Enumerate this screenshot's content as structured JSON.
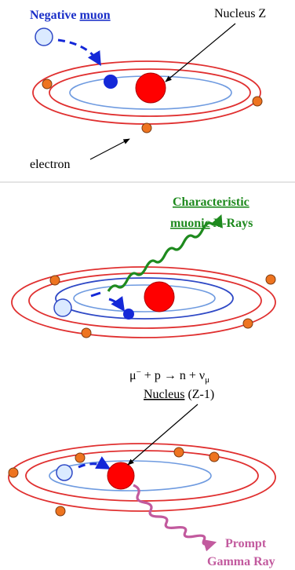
{
  "panel1": {
    "muon_label": "Negative",
    "muon_label_word2": "muon",
    "nucleus_label": "Nucleus Z",
    "electron_label": "electron"
  },
  "panel2": {
    "xray_line1": "Characteristic",
    "xray_line2_word1": "muonic",
    "xray_line2_word2": "X-Rays"
  },
  "panel3": {
    "reaction_mu": "μ",
    "reaction_minus": "−",
    "reaction_mid": " + p → n + ν",
    "reaction_sub": "μ",
    "nucleus_word": "Nucleus",
    "nucleus_charge": "(Z-1)",
    "gamma_line1": "Prompt",
    "gamma_line2": "Gamma Ray"
  },
  "colors": {
    "orbit_outer": "#e03030",
    "orbit_inner": "#2f49c6",
    "orbit_light": "#6f9be0",
    "nucleus": "#ff0000",
    "electron": "#ee7420",
    "muon_bound": "#1428d8",
    "muon_free_fill": "#dbeaff",
    "label_blue": "#1a2fc8",
    "xray_green": "#1e8a1e",
    "gamma_pink": "#c25a9e",
    "divider": "#c8c8c8"
  }
}
